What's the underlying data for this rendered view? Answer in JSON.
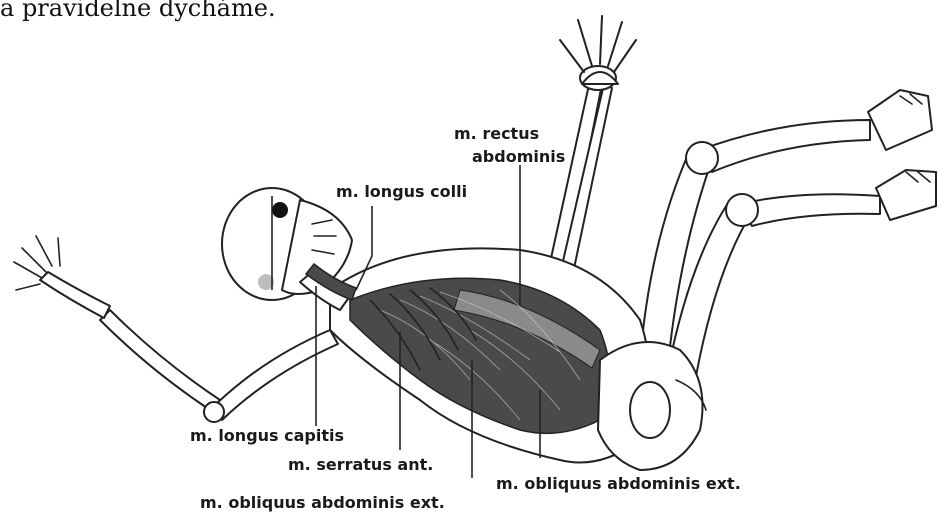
{
  "caption_fragment": "a pravidelne dycháme.",
  "labels": {
    "rectus_line1": "m. rectus",
    "rectus_line2": "abdominis",
    "longus_colli": "m. longus colli",
    "longus_capitis": "m. longus capitis",
    "serratus": "m. serratus ant.",
    "obliquus_right": "m. obliquus abdominis ext.",
    "obliquus_bottom": "m. obliquus abdominis ext."
  },
  "colors": {
    "outline": "#222222",
    "muscle": "#4a4a4a",
    "marker_dark": "#111111",
    "marker_light": "#bdbdbd"
  }
}
